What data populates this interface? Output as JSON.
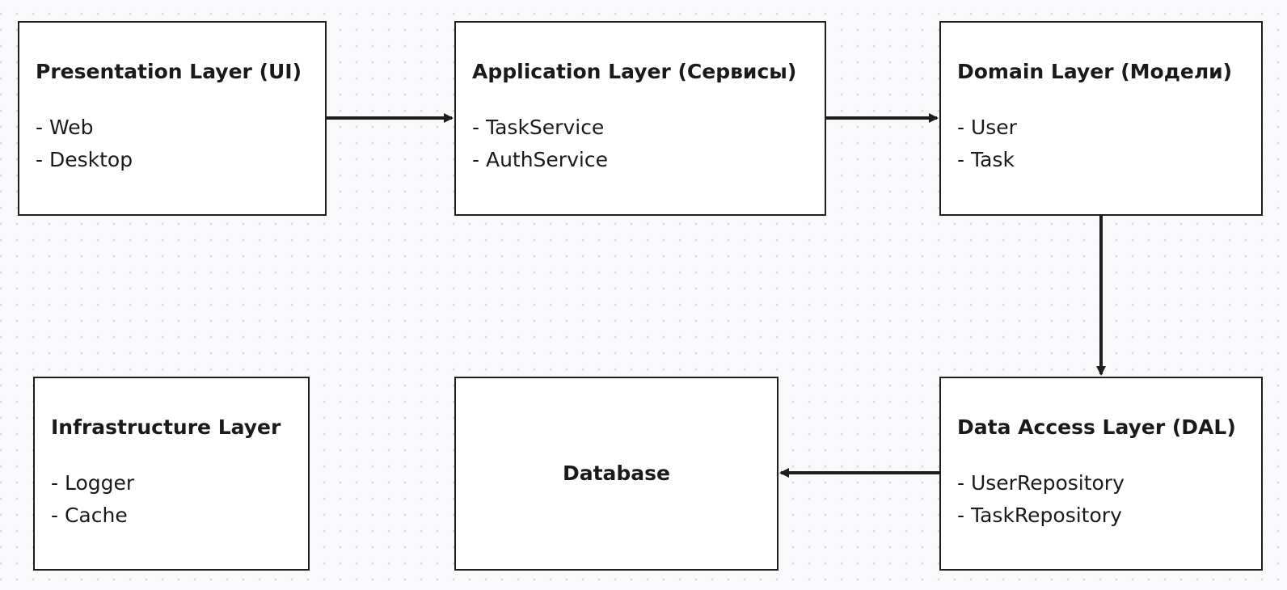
{
  "nodes": {
    "presentation": {
      "title": "Presentation Layer (UI)",
      "items": [
        "- Web",
        "- Desktop"
      ]
    },
    "application": {
      "title": "Application Layer (Сервисы)",
      "items": [
        "- TaskService",
        "- AuthService"
      ]
    },
    "domain": {
      "title": "Domain Layer (Модели)",
      "items": [
        "- User",
        "- Task"
      ]
    },
    "infrastructure": {
      "title": "Infrastructure Layer",
      "items": [
        "- Logger",
        "- Cache"
      ]
    },
    "database": {
      "title": "Database"
    },
    "dal": {
      "title": "Data Access Layer (DAL)",
      "items": [
        "- UserRepository",
        "- TaskRepository"
      ]
    }
  },
  "connections": [
    {
      "from": "Presentation Layer (UI)",
      "to": "Application Layer (Сервисы)"
    },
    {
      "from": "Application Layer (Сервисы)",
      "to": "Domain Layer (Модели)"
    },
    {
      "from": "Domain Layer (Модели)",
      "to": "Data Access Layer (DAL)"
    },
    {
      "from": "Data Access Layer (DAL)",
      "to": "Database"
    }
  ],
  "colors": {
    "background": "#f9f9fb",
    "node_fill": "#ffffff",
    "stroke": "#1e1e1e"
  }
}
